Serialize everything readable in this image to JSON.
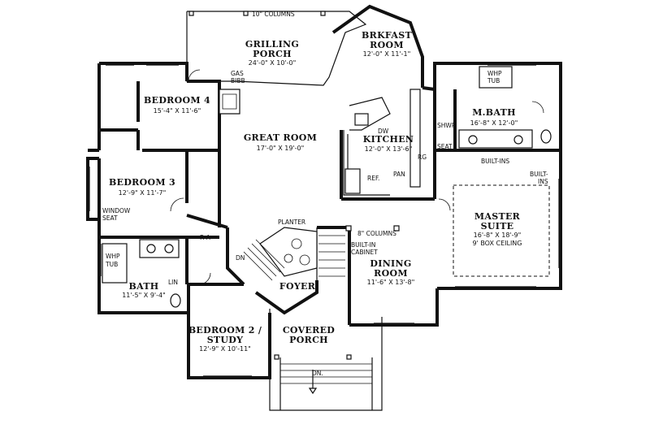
{
  "rooms": {
    "grilling_porch": {
      "name_1": "GRILLING",
      "name_2": "PORCH",
      "dims": "24'-0\" X 10'-0\""
    },
    "brkfast_room": {
      "name_1": "BRKFAST",
      "name_2": "ROOM",
      "dims": "12'-0\" X 11'-1\""
    },
    "bedroom_4": {
      "name": "BEDROOM 4",
      "dims": "15'-4\" X 11'-6\""
    },
    "great_room": {
      "name": "GREAT ROOM",
      "dims": "17'-0\" X 19'-0\""
    },
    "kitchen": {
      "name": "KITCHEN",
      "dims": "12'-0\" X 13'-6\""
    },
    "m_bath": {
      "name": "M.BATH",
      "dims": "16'-8\" X 12'-0\""
    },
    "bedroom_3": {
      "name": "BEDROOM 3",
      "dims": "12'-9\" X 11'-7\""
    },
    "master_suite": {
      "name_1": "MASTER",
      "name_2": "SUITE",
      "dims": "16'-8\" X 18'-9\"",
      "ceiling": "9' BOX CEILING"
    },
    "dining_room": {
      "name_1": "DINING",
      "name_2": "ROOM",
      "dims": "11'-6\" X 13'-8\""
    },
    "bath": {
      "name": "BATH",
      "dims": "11'-5\" X 9'-4\""
    },
    "foyer": {
      "name": "FOYER"
    },
    "bedroom_2": {
      "name_1": "BEDROOM 2 /",
      "name_2": "STUDY",
      "dims": "12'-9\" X 10'-11\""
    },
    "covered_porch": {
      "name_1": "COVERED",
      "name_2": "PORCH"
    }
  },
  "notes": {
    "columns_top": "10\" COLUMNS",
    "gas": "GAS",
    "bibb": "BIBB",
    "dw": "DW",
    "ref": "REF.",
    "pan": "PAN",
    "rg": "RG",
    "shwr": "SHWR",
    "seat": "SEAT",
    "built_ins_1": "BUILT-INS",
    "built_ins_2a": "BUILT-",
    "built_ins_2b": "INS",
    "whp_tub_1a": "WHP",
    "whp_tub_1b": "TUB",
    "whp_tub_2a": "WHP",
    "whp_tub_2b": "TUB",
    "window_1": "WINDOW",
    "window_2": "SEAT",
    "ra": "R A",
    "planter": "PLANTER",
    "columns_8": "8\" COLUMNS",
    "built_in_1": "BUILT-IN",
    "built_in_2": "CABINET",
    "dn_1": "DN",
    "lin": "LIN",
    "dn_2": "DN."
  }
}
